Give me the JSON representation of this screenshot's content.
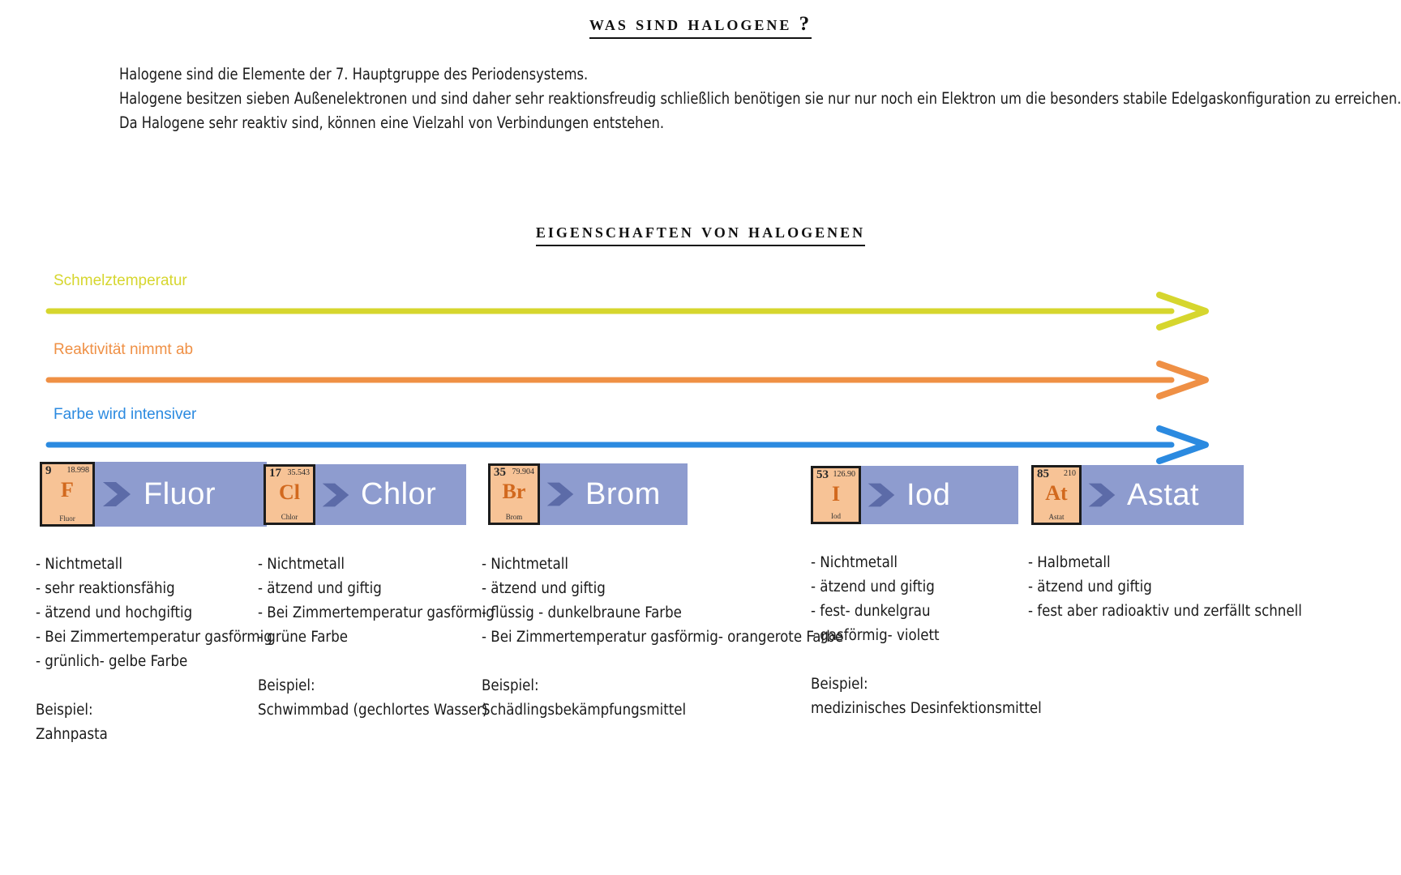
{
  "headings": {
    "main": "Was sind Halogene ?",
    "properties": "Eigenschaften von Halogenen"
  },
  "intro": {
    "line1": "Halogene sind die Elemente der 7. Hauptgruppe des Periodensystems.",
    "line2": "Halogene besitzen sieben Außenelektronen und sind daher sehr reaktionsfreudig schließlich benötigen sie nur nur noch ein Elektron um die besonders stabile Edelgaskonfiguration zu erreichen.",
    "line3": "Da Halogene sehr reaktiv sind, können eine Vielzahl von Verbindungen entstehen."
  },
  "arrows": [
    {
      "label": "Schmelztemperatur",
      "color": "#d6d62e",
      "name": "melting-temperature"
    },
    {
      "label": "Reaktivität nimmt ab",
      "color": "#ef9045",
      "name": "reactivity-decreases"
    },
    {
      "label": "Farbe wird intensiver",
      "color": "#2b8ae0",
      "name": "colour-intensifies"
    }
  ],
  "colors": {
    "tile_background": "#8e9ccf",
    "cell_background": "#f7c396",
    "symbol_color": "#d2691e",
    "chevron_color": "#5c6ba8",
    "heading_color": "#111111"
  },
  "elements": [
    {
      "number": "9",
      "mass": "18.998",
      "symbol": "F",
      "cell_name": "Fluor",
      "name": "Fluor",
      "properties": [
        "- Nichtmetall",
        "- sehr reaktionsfähig",
        "-  ätzend und hochgiftig",
        "- Bei Zimmertemperatur gasförmig",
        "- grünlich- gelbe Farbe"
      ],
      "example_label": "Beispiel:",
      "example_value": "Zahnpasta"
    },
    {
      "number": "17",
      "mass": "35.543",
      "symbol": "Cl",
      "cell_name": "Chlor",
      "name": "Chlor",
      "properties": [
        "- Nichtmetall",
        "- ätzend und giftig",
        "- Bei Zimmertemperatur gasförmig",
        "- grüne Farbe"
      ],
      "example_label": "Beispiel:",
      "example_value": "Schwimmbad (gechlortes Wasser)"
    },
    {
      "number": "35",
      "mass": "79.904",
      "symbol": "Br",
      "cell_name": "Brom",
      "name": "Brom",
      "properties": [
        "- Nichtmetall",
        "- ätzend und giftig",
        "- flüssig - dunkelbraune Farbe",
        "- Bei Zimmertemperatur gasförmig- orangerote Farbe"
      ],
      "example_label": "Beispiel:",
      "example_value": "Schädlingsbekämpfungsmittel"
    },
    {
      "number": "53",
      "mass": "126.90",
      "symbol": "I",
      "cell_name": "Iod",
      "name": "Iod",
      "properties": [
        "- Nichtmetall",
        "- ätzend und giftig",
        "- fest- dunkelgrau",
        "- gasförmig- violett"
      ],
      "example_label": "Beispiel:",
      "example_value": "medizinisches Desinfektionsmittel"
    },
    {
      "number": "85",
      "mass": "210",
      "symbol": "At",
      "cell_name": "Astat",
      "name": "Astat",
      "properties": [
        "- Halbmetall",
        "- ätzend und giftig",
        "- fest aber radioaktiv und zerfällt schnell"
      ],
      "example_label": "",
      "example_value": ""
    }
  ]
}
